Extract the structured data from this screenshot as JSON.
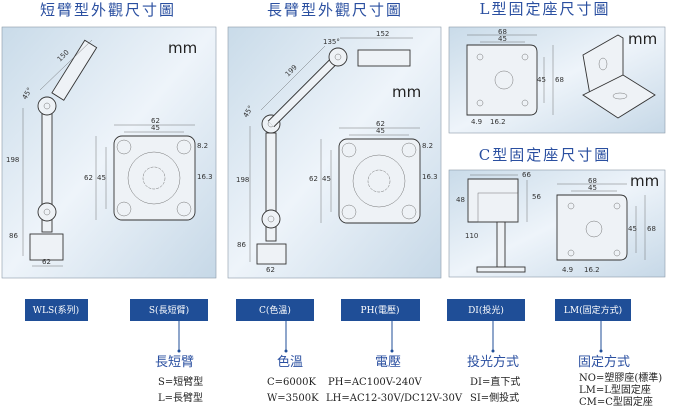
{
  "titles": {
    "short_arm": "短臂型外觀尺寸圖",
    "long_arm": "長臂型外觀尺寸圖",
    "l_mount": "L型固定座尺寸圖",
    "c_mount": "C型固定座尺寸圖"
  },
  "unit": "mm",
  "short_arm": {
    "arm_len": "150",
    "angle": "45°",
    "height": "198",
    "base_h": "86",
    "base_w": "62"
  },
  "long_arm": {
    "arm_len": "199",
    "lamp_len": "152",
    "angle_top": "135°",
    "angle": "45°",
    "height": "198",
    "base_h": "86",
    "base_w": "62"
  },
  "mount_plate": {
    "w": "62",
    "hole_w": "45",
    "h": "62",
    "hole_h": "45",
    "hole_d": "8.2",
    "center_d": "16.3"
  },
  "l_mount": {
    "w": "68",
    "hole_w": "45",
    "hole_h": "45",
    "h": "68",
    "edge": "4.9",
    "center": "16.2"
  },
  "c_mount": {
    "top": "66",
    "depth": "48",
    "height": "56",
    "length": "110",
    "w": "68",
    "hole_w": "45",
    "hole_h": "45",
    "h": "68",
    "edge": "4.9",
    "center": "16.2"
  },
  "codes": [
    {
      "label": "WLS(系列)"
    },
    {
      "label": "S(長短臂)",
      "heading": "長短臂",
      "options": [
        "S=短臂型",
        "L=長臂型"
      ]
    },
    {
      "label": "C(色溫)",
      "heading": "色溫",
      "options": [
        "C=6000K",
        "W=3500K"
      ]
    },
    {
      "label": "PH(電壓)",
      "heading": "電壓",
      "options": [
        "PH=AC100V-240V",
        "LH=AC12-30V/DC12V-30V"
      ]
    },
    {
      "label": "DI(投光)",
      "heading": "投光方式",
      "options": [
        "DI=直下式",
        "SI=側投式"
      ]
    },
    {
      "label": "LM(固定方式)",
      "heading": "固定方式",
      "options": [
        "NO=塑膠座(標準)",
        "LM=L型固定座",
        "CM=C型固定座"
      ]
    }
  ],
  "colors": {
    "accent": "#1f4e97",
    "title": "#2a4fa0"
  }
}
